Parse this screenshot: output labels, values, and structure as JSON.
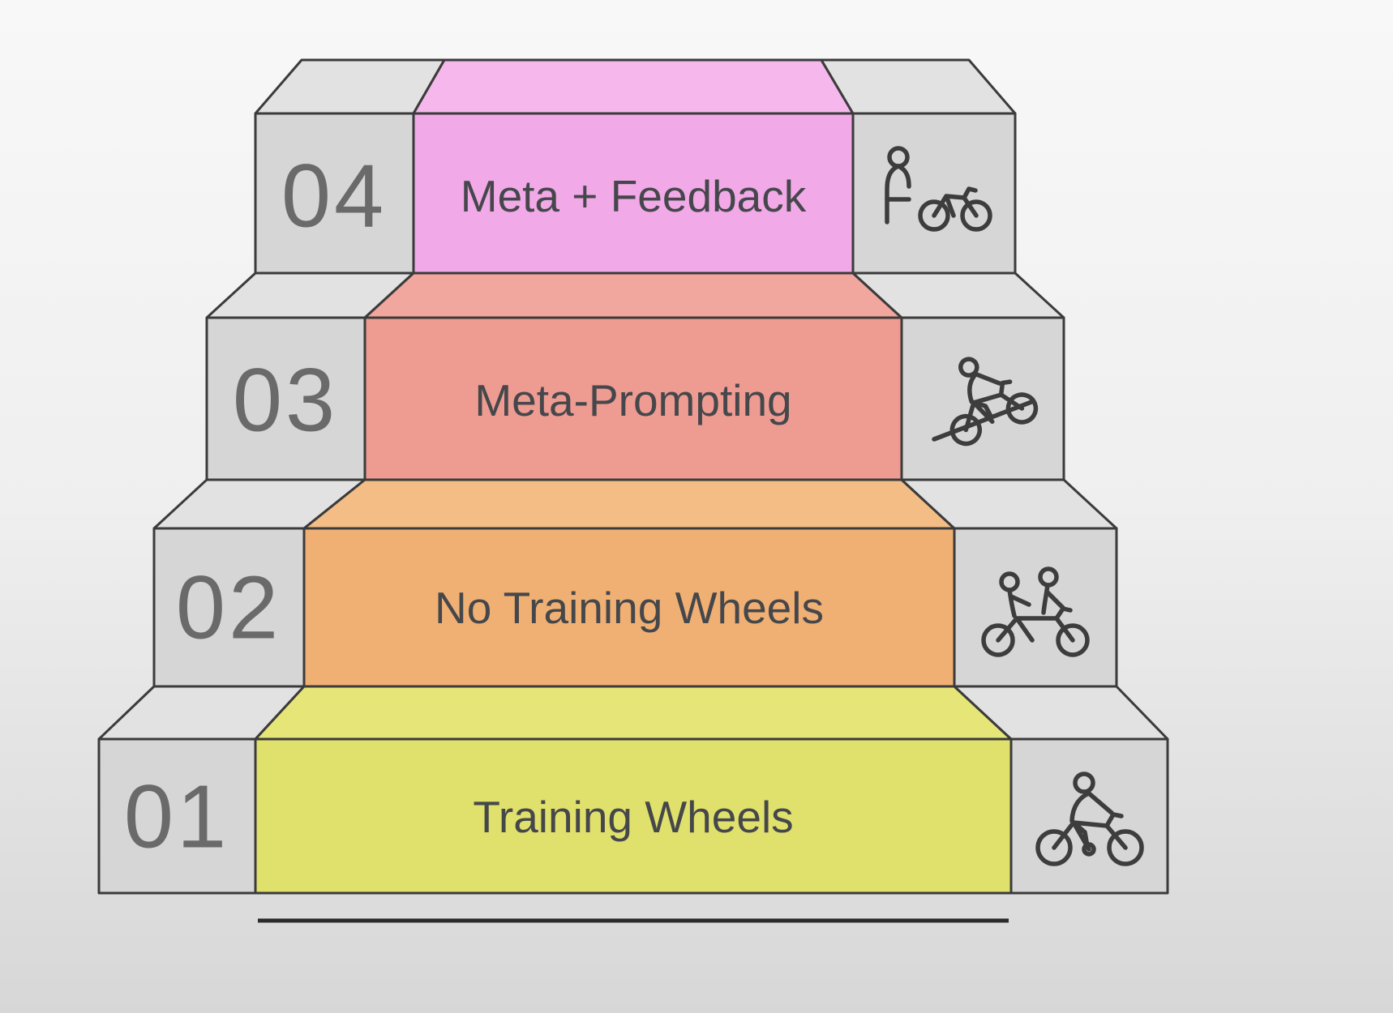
{
  "steps": [
    {
      "number": "04",
      "label": "Meta + Feedback",
      "color": "#f2a9e8",
      "color_top": "#f5b7ec",
      "icon": "person-with-bike-icon"
    },
    {
      "number": "03",
      "label": "Meta-Prompting",
      "color": "#ee9b92",
      "color_top": "#f1a69e",
      "icon": "cyclist-uphill-icon"
    },
    {
      "number": "02",
      "label": "No Training Wheels",
      "color": "#f0b074",
      "color_top": "#f3bd85",
      "icon": "assisted-rider-icon"
    },
    {
      "number": "01",
      "label": "Training Wheels",
      "color": "#e0e06c",
      "color_top": "#e6e678",
      "icon": "cyclist-riding-icon"
    }
  ],
  "palette": {
    "outline": "#3b3b3b",
    "gray_front": "#d6d6d6",
    "gray_top": "#e2e2e2",
    "number_color": "#6a6a6a",
    "label_color": "#45474b",
    "background_top": "#f8f8f8",
    "background_bottom": "#d7d7d7"
  }
}
